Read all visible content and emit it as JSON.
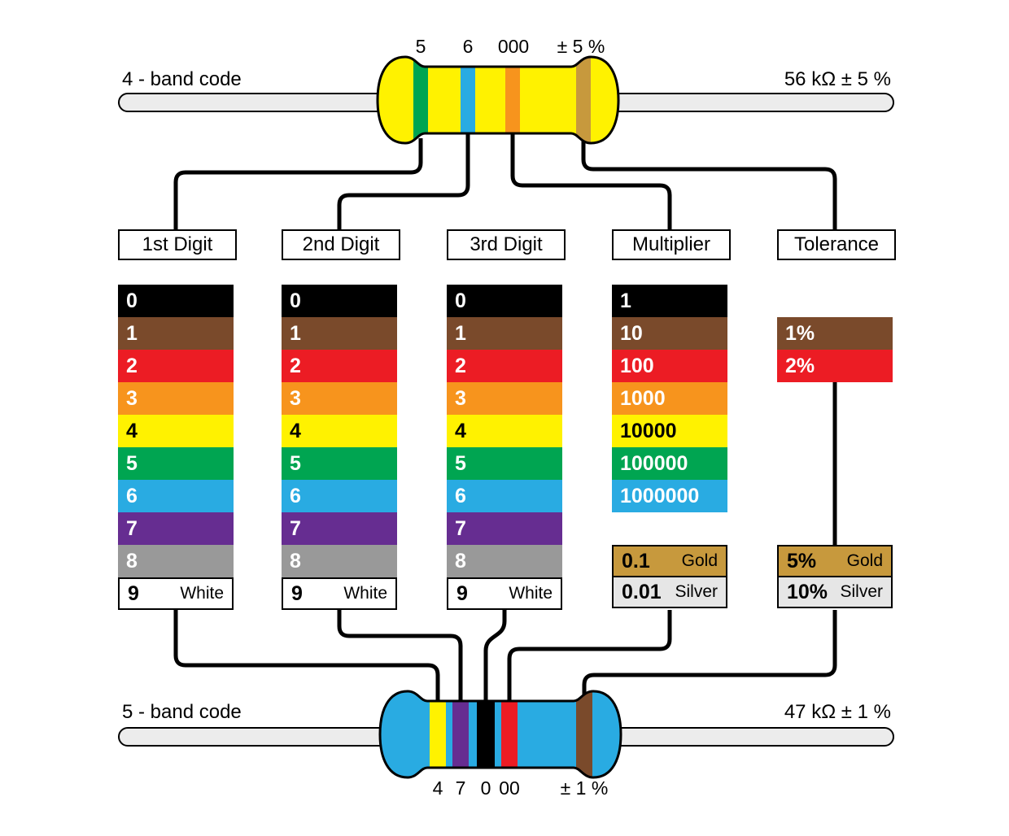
{
  "headers": [
    "1st Digit",
    "2nd Digit",
    "3rd Digit",
    "Multiplier",
    "Tolerance"
  ],
  "top_resistor": {
    "code_label": "4 - band code",
    "value_label": "56 kΩ ± 5 %",
    "body_hex": "#FFF200",
    "annotations": [
      "5",
      "6",
      "000",
      "± 5 %"
    ],
    "bands": [
      {
        "name": "green",
        "hex": "#00A551"
      },
      {
        "name": "blue",
        "hex": "#29ABE2"
      },
      {
        "name": "orange",
        "hex": "#F7941D"
      },
      {
        "name": "gold",
        "hex": "#C7993D"
      }
    ]
  },
  "bottom_resistor": {
    "code_label": "5 - band code",
    "value_label": "47 kΩ ± 1 %",
    "body_hex": "#29ABE2",
    "annotations": [
      "4",
      "7",
      "0",
      "00",
      "± 1 %"
    ],
    "bands": [
      {
        "name": "yellow",
        "hex": "#FFF200"
      },
      {
        "name": "violet",
        "hex": "#662D91"
      },
      {
        "name": "black",
        "hex": "#000000"
      },
      {
        "name": "red",
        "hex": "#EC1C24"
      },
      {
        "name": "brown",
        "hex": "#7A4A2B"
      }
    ]
  },
  "digit_rows": [
    {
      "label": "0",
      "color": "black",
      "hex": "#000000"
    },
    {
      "label": "1",
      "color": "brown",
      "hex": "#7A4A2B"
    },
    {
      "label": "2",
      "color": "red",
      "hex": "#EC1C24"
    },
    {
      "label": "3",
      "color": "orange",
      "hex": "#F7941D"
    },
    {
      "label": "4",
      "color": "yellow",
      "hex": "#FFF200"
    },
    {
      "label": "5",
      "color": "green",
      "hex": "#00A551"
    },
    {
      "label": "6",
      "color": "blue",
      "hex": "#29ABE2"
    },
    {
      "label": "7",
      "color": "violet",
      "hex": "#662D91"
    },
    {
      "label": "8",
      "color": "gray",
      "hex": "#999999"
    },
    {
      "label": "9",
      "color": "white",
      "hex": "#FFFFFF",
      "note": "White"
    }
  ],
  "multiplier_rows": [
    {
      "label": "1",
      "color": "black",
      "hex": "#000000"
    },
    {
      "label": "10",
      "color": "brown",
      "hex": "#7A4A2B"
    },
    {
      "label": "100",
      "color": "red",
      "hex": "#EC1C24"
    },
    {
      "label": "1000",
      "color": "orange",
      "hex": "#F7941D"
    },
    {
      "label": "10000",
      "color": "yellow",
      "hex": "#FFF200"
    },
    {
      "label": "100000",
      "color": "green",
      "hex": "#00A551"
    },
    {
      "label": "1000000",
      "color": "blue",
      "hex": "#29ABE2"
    }
  ],
  "multiplier_extra": [
    {
      "label": "0.1",
      "note": "Gold",
      "hex": "#C7993D"
    },
    {
      "label": "0.01",
      "note": "Silver",
      "hex": "#E6E6E6"
    }
  ],
  "tolerance_rows": [
    {
      "label": "1%",
      "color": "brown",
      "hex": "#7A4A2B"
    },
    {
      "label": "2%",
      "color": "red",
      "hex": "#EC1C24"
    }
  ],
  "tolerance_extra": [
    {
      "label": "5%",
      "note": "Gold",
      "hex": "#C7993D"
    },
    {
      "label": "10%",
      "note": "Silver",
      "hex": "#E6E6E6"
    }
  ]
}
